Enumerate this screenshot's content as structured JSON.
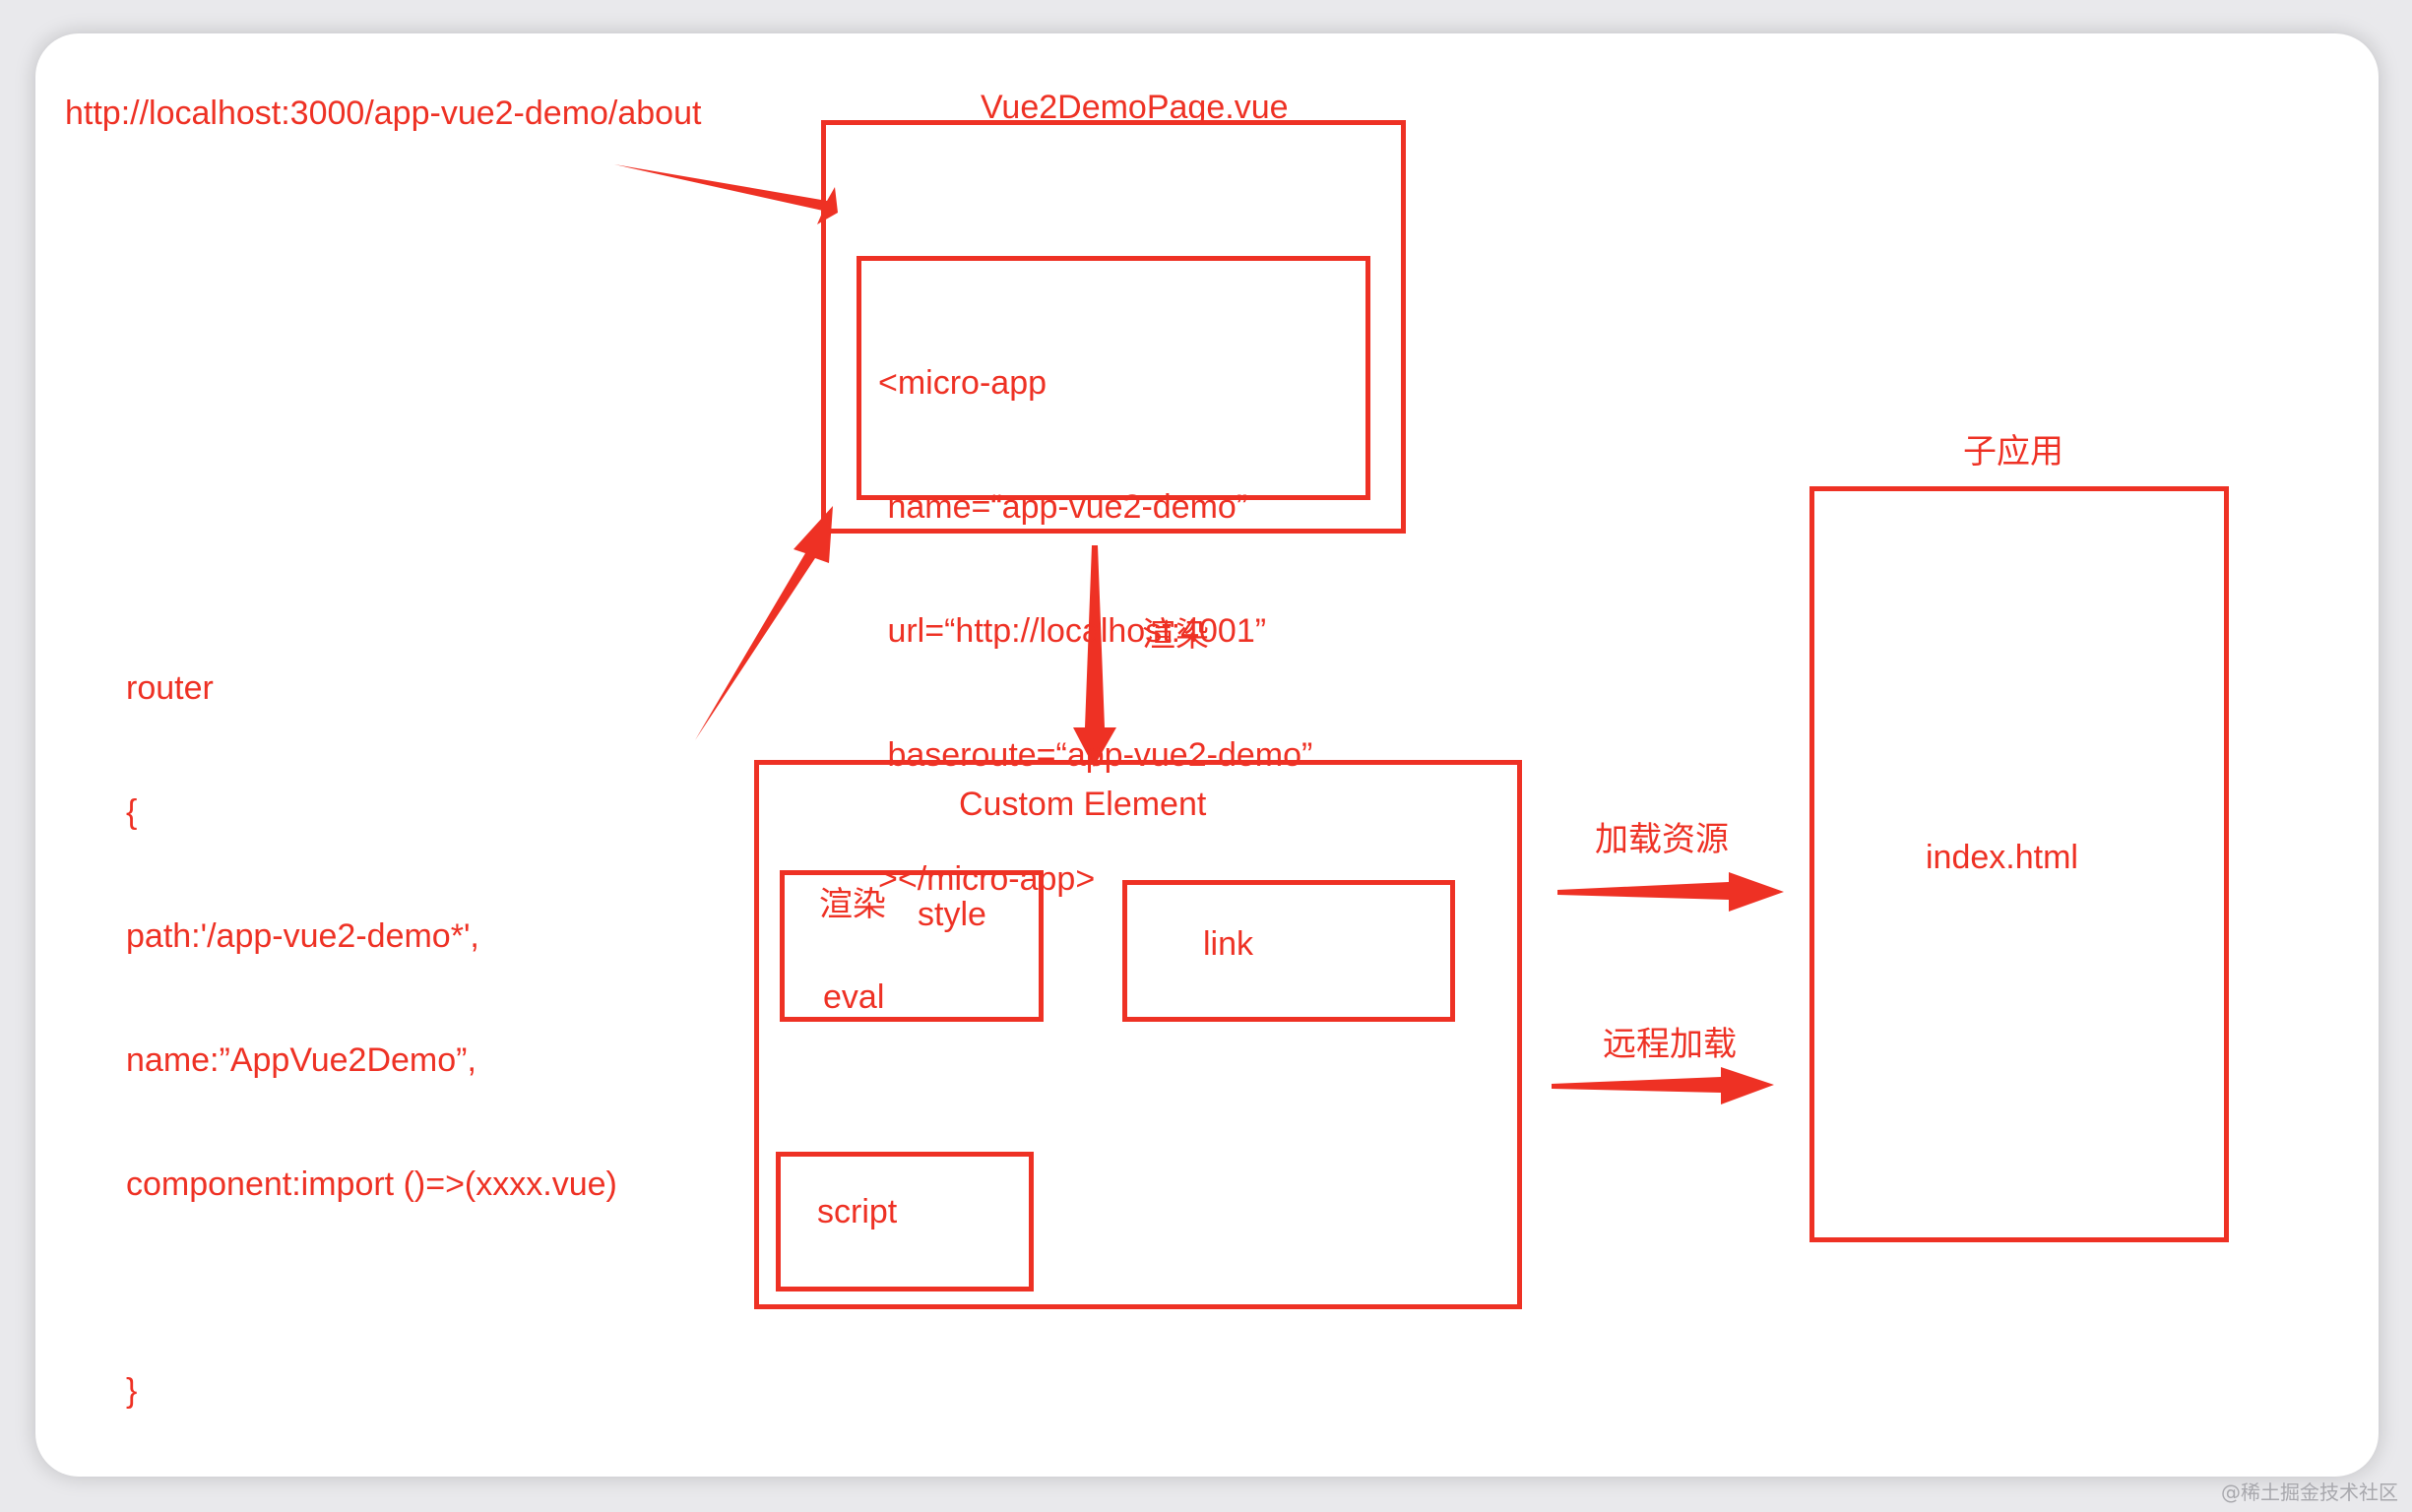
{
  "url_text": "http://localhost:3000/app-vue2-demo/about",
  "page_component": {
    "title": "Vue2DemoPage.vue",
    "micro_app_code": [
      "<micro-app",
      " name=“app-vue2-demo”",
      " url=“http://localhost:4001”",
      " baseroute=“app-vue2-demo”",
      "></micro-app>"
    ]
  },
  "router_code": [
    "router",
    "{",
    "path:'/app-vue2-demo*',",
    "name:”AppVue2Demo”,",
    "component:import ()=>(xxxx.vue)",
    "",
    "}"
  ],
  "render_label": "渲染",
  "custom_element": {
    "title": "Custom Element",
    "style_box": {
      "render_label": "渲染",
      "style_label": "style",
      "eval_label": "eval"
    },
    "link_label": "link",
    "script_label": "script"
  },
  "load_resources_label": "加载资源",
  "remote_load_label": "远程加载",
  "sub_app": {
    "title": "子应用",
    "content": "index.html"
  },
  "watermark": "@稀土掘金技术社区",
  "colors": {
    "accent": "#ee3124",
    "background": "#ffffff",
    "frame": "#e9e9ec"
  }
}
